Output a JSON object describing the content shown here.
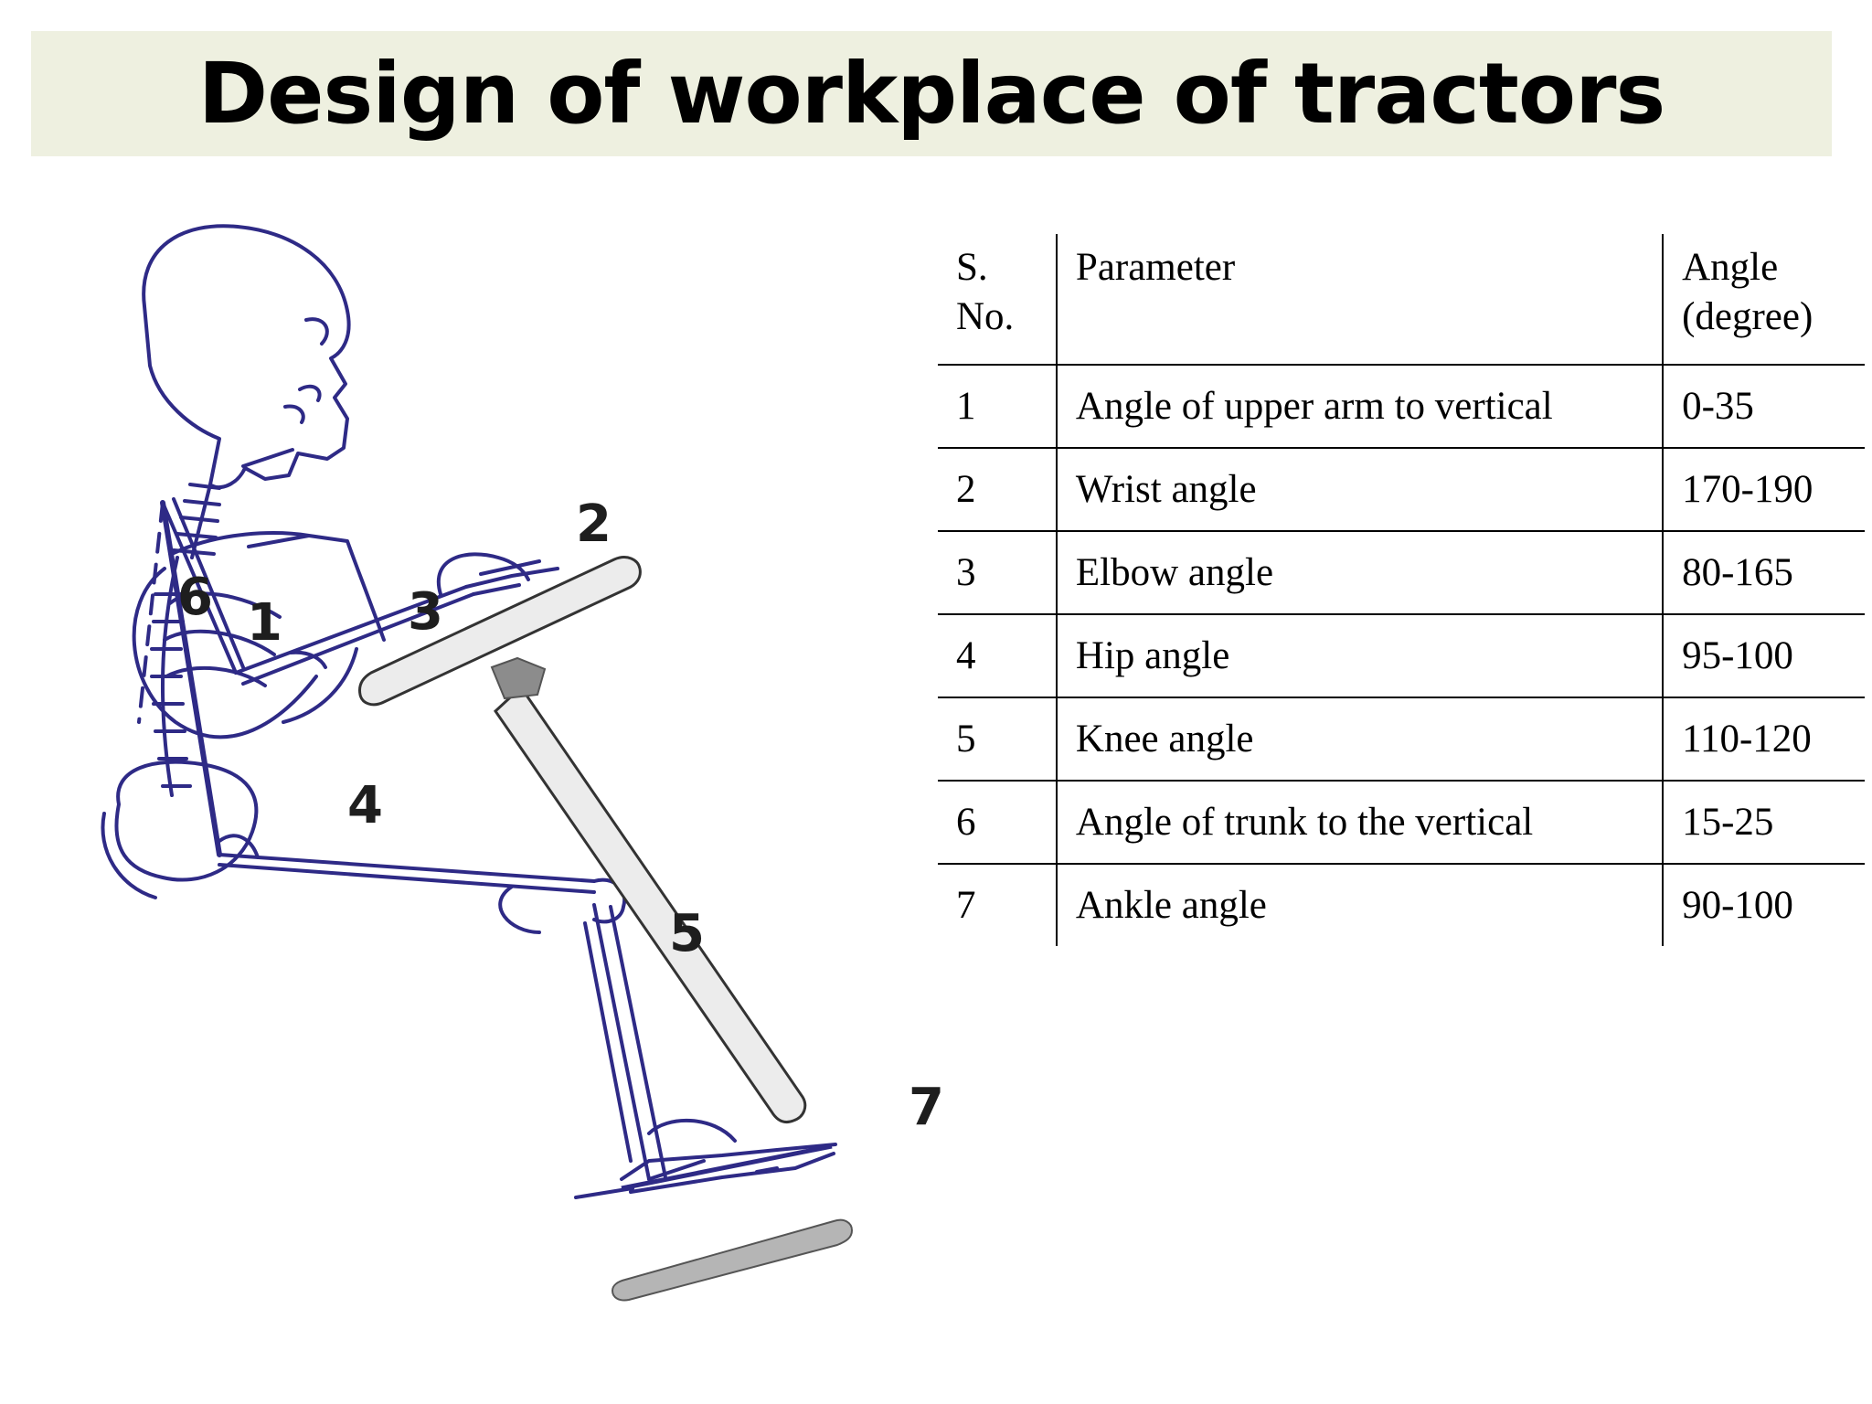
{
  "title": "Design of workplace of tractors",
  "table": {
    "headers": {
      "sno": "S.\nNo.",
      "parameter": "Parameter",
      "angle": "Angle\n(degree)"
    },
    "rows": [
      {
        "sno": "1",
        "parameter": "Angle of upper arm to vertical",
        "angle": "0-35"
      },
      {
        "sno": "2",
        "parameter": "Wrist angle",
        "angle": "170-190"
      },
      {
        "sno": "3",
        "parameter": "Elbow angle",
        "angle": "80-165"
      },
      {
        "sno": "4",
        "parameter": "Hip angle",
        "angle": "95-100"
      },
      {
        "sno": "5",
        "parameter": "Knee angle",
        "angle": "110-120"
      },
      {
        "sno": "6",
        "parameter": "Angle of trunk to the vertical",
        "angle": "15-25"
      },
      {
        "sno": "7",
        "parameter": "Ankle angle",
        "angle": "90-100"
      }
    ]
  },
  "figure": {
    "labels": [
      "1",
      "2",
      "3",
      "4",
      "5",
      "6",
      "7"
    ],
    "colors": {
      "skeleton": "#2e2a86",
      "control": "#ececec",
      "control_stroke": "#333333",
      "pedal": "#b5b5b5",
      "column_head": "#8c8c8c"
    }
  }
}
